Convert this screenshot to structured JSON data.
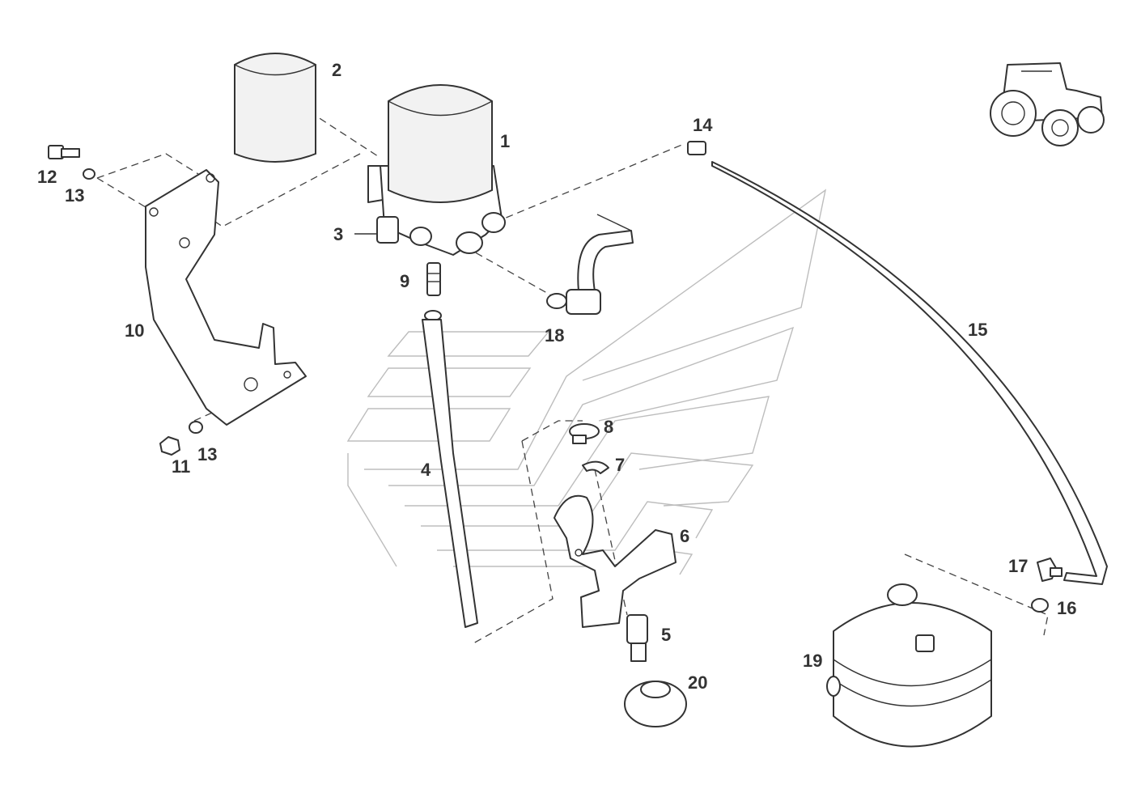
{
  "callouts": {
    "c1": "1",
    "c2": "2",
    "c3": "3",
    "c4": "4",
    "c5": "5",
    "c6": "6",
    "c7": "7",
    "c8": "8",
    "c9": "9",
    "c10": "10",
    "c11": "11",
    "c12": "12",
    "c13a": "13",
    "c13b": "13",
    "c14": "14",
    "c15": "15",
    "c16": "16",
    "c17": "17",
    "c18": "18",
    "c19": "19",
    "c20": "20"
  },
  "icons": {
    "tractor": "tractor-icon"
  },
  "colors": {
    "line": "#333333",
    "watermark": "#bdbdbd",
    "background": "#ffffff"
  }
}
